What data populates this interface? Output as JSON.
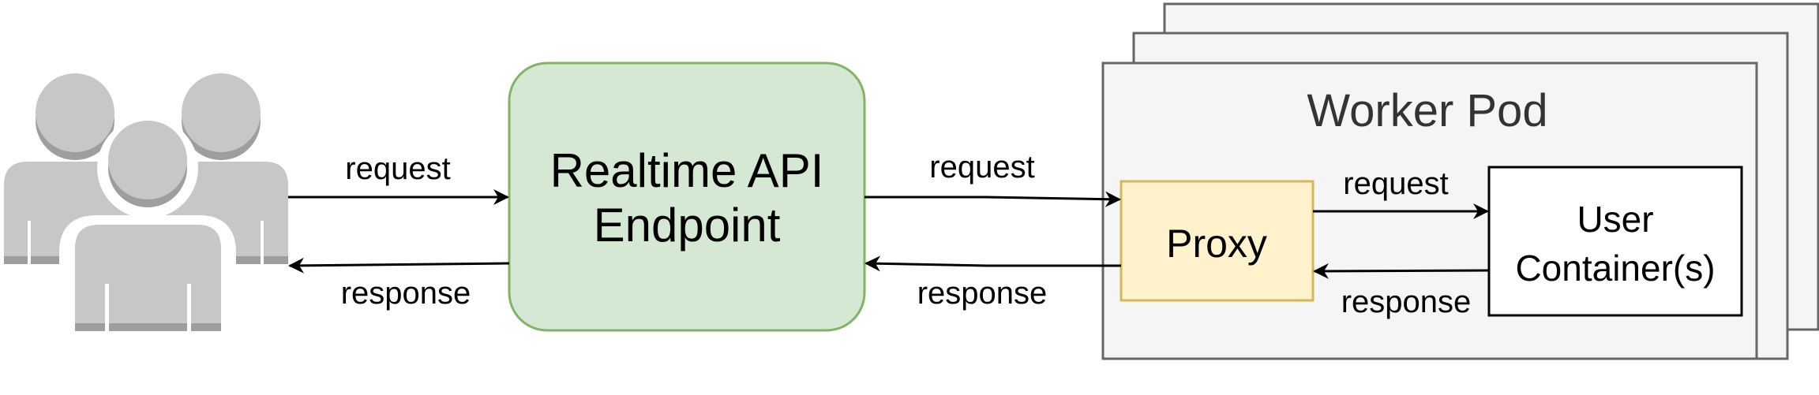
{
  "diagram": {
    "users": {
      "icon": "users-group-icon"
    },
    "endpoint": {
      "line1": "Realtime API",
      "line2": "Endpoint"
    },
    "worker_pod": {
      "title": "Worker Pod"
    },
    "proxy": {
      "label": "Proxy"
    },
    "user_container": {
      "line1": "User",
      "line2": "Container(s)"
    },
    "edges": {
      "users_to_endpoint": "request",
      "endpoint_to_users": "response",
      "endpoint_to_proxy": "request",
      "proxy_to_endpoint": "response",
      "proxy_to_container": "request",
      "container_to_proxy": "response"
    },
    "colors": {
      "endpoint_fill": "#d5e8d4",
      "endpoint_stroke": "#82b366",
      "proxy_fill": "#fff2cc",
      "proxy_stroke": "#d6b656",
      "pod_fill": "#f5f5f5",
      "pod_stroke": "#666666",
      "user_icon": "#c7c7c7",
      "user_icon_shadow": "#9e9e9e"
    }
  }
}
